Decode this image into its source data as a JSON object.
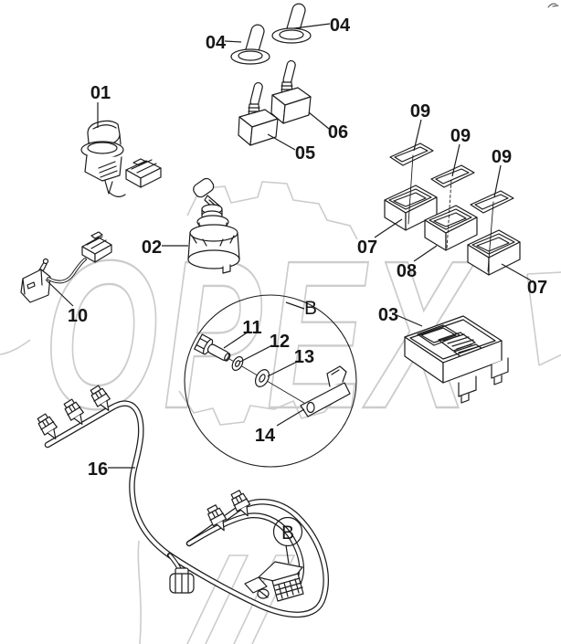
{
  "watermark": {
    "text": "OPEX"
  },
  "callouts": {
    "part01": "01",
    "part02": "02",
    "part03": "03",
    "part04a": "04",
    "part04b": "04",
    "part05": "05",
    "part06": "06",
    "part07a": "07",
    "part07b": "07",
    "part08": "08",
    "part09a": "09",
    "part09b": "09",
    "part09c": "09",
    "part10": "10",
    "part11": "11",
    "part12": "12",
    "part13": "13",
    "part14": "14",
    "part16": "16",
    "detail_ref": "B",
    "detail_balloon": "B"
  }
}
